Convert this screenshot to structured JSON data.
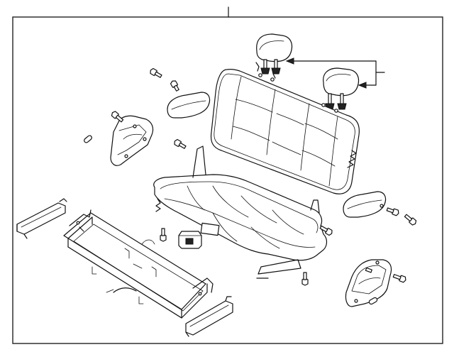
{
  "diagram": {
    "colors": {
      "line": "#111111",
      "background": "#ffffff",
      "frame": "#222222"
    },
    "parts": [
      "seat-back",
      "headrest-left",
      "headrest-right",
      "seat-cushion",
      "armrest-left",
      "armrest-right",
      "side-cover-left",
      "side-cover-right",
      "seat-frame",
      "cup-holder",
      "floor-rail",
      "end-bracket"
    ]
  }
}
